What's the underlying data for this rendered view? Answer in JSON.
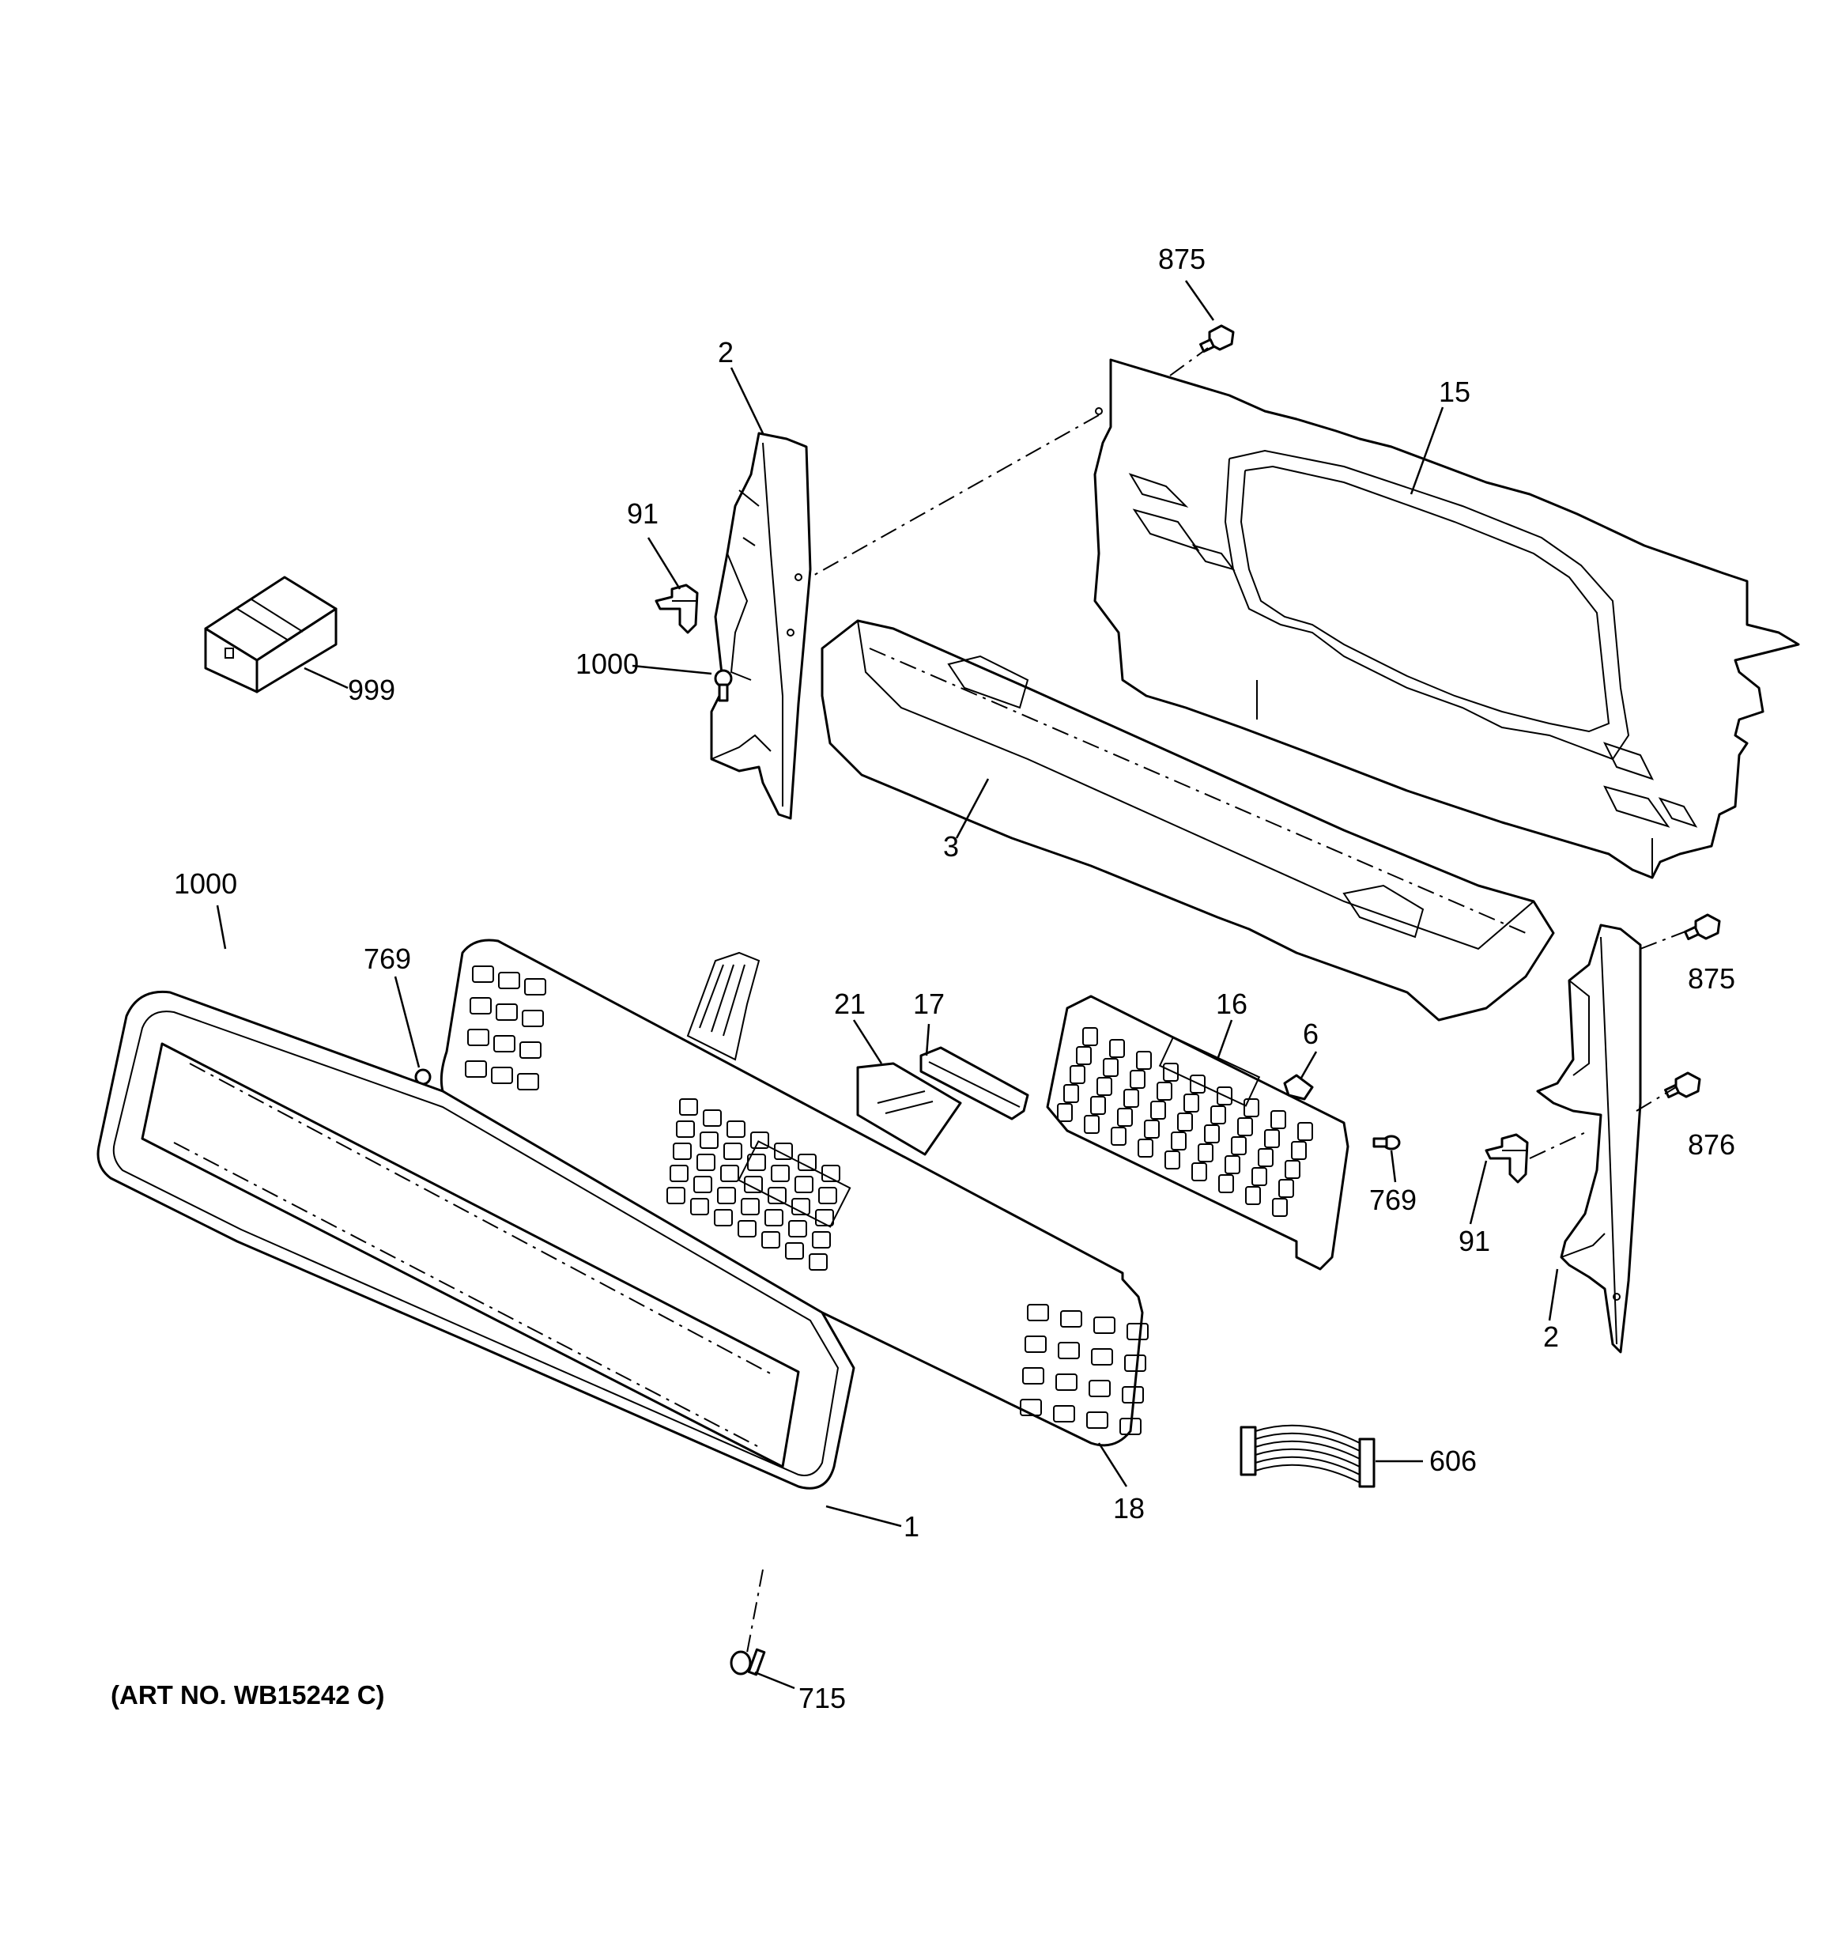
{
  "diagram": {
    "art_number": "(ART NO. WB15242 C)",
    "callouts": {
      "c875_top": "875",
      "c15": "15",
      "c2_left": "2",
      "c91_left": "91",
      "c1000_top": "1000",
      "c999": "999",
      "c3": "3",
      "c1000_left": "1000",
      "c769_left": "769",
      "c21": "21",
      "c17": "17",
      "c16": "16",
      "c6": "6",
      "c769_right": "769",
      "c875_right": "875",
      "c876": "876",
      "c91_right": "91",
      "c2_right": "2",
      "c606": "606",
      "c18": "18",
      "c1": "1",
      "c715": "715"
    }
  }
}
